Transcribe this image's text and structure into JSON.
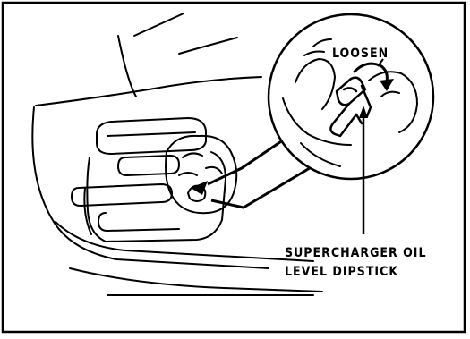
{
  "labels": {
    "loosen": "LOOSEN",
    "dipstick_line1": "SUPERCHARGER OIL",
    "dipstick_line2": "LEVEL DIPSTICK"
  },
  "colors": {
    "ink": "#000000",
    "paper": "#ffffff"
  },
  "icons": [
    "rotation-arrow-icon",
    "pointer-arrow-icon"
  ]
}
